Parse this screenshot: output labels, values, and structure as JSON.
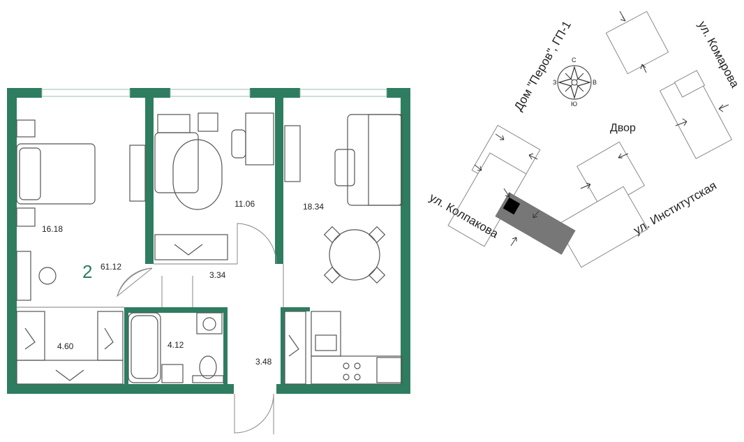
{
  "plan": {
    "rooms_count": "2",
    "total_area": "61.12",
    "room_areas": {
      "bedroom": "16.18",
      "study": "11.06",
      "living_kitchen": "18.34",
      "hall": "3.34",
      "wardrobe": "4.60",
      "bathroom": "4.12",
      "entry": "3.48"
    },
    "colors": {
      "wall": "#2e7d60",
      "furniture": "#555555",
      "window": "#cfe3da"
    }
  },
  "site_map": {
    "house_label": "Дом \"Перов\", ГП-1",
    "yard_label": "Двор",
    "streets": {
      "kolpakova": "ул. Колпакова",
      "institutskaya": "ул. Институтская",
      "komarova": "ул. Комарова"
    },
    "compass": {
      "north": "С",
      "south": "Ю",
      "west": "З",
      "east": "В"
    },
    "colors": {
      "highlight": "#777777",
      "marker": "#000000"
    }
  }
}
